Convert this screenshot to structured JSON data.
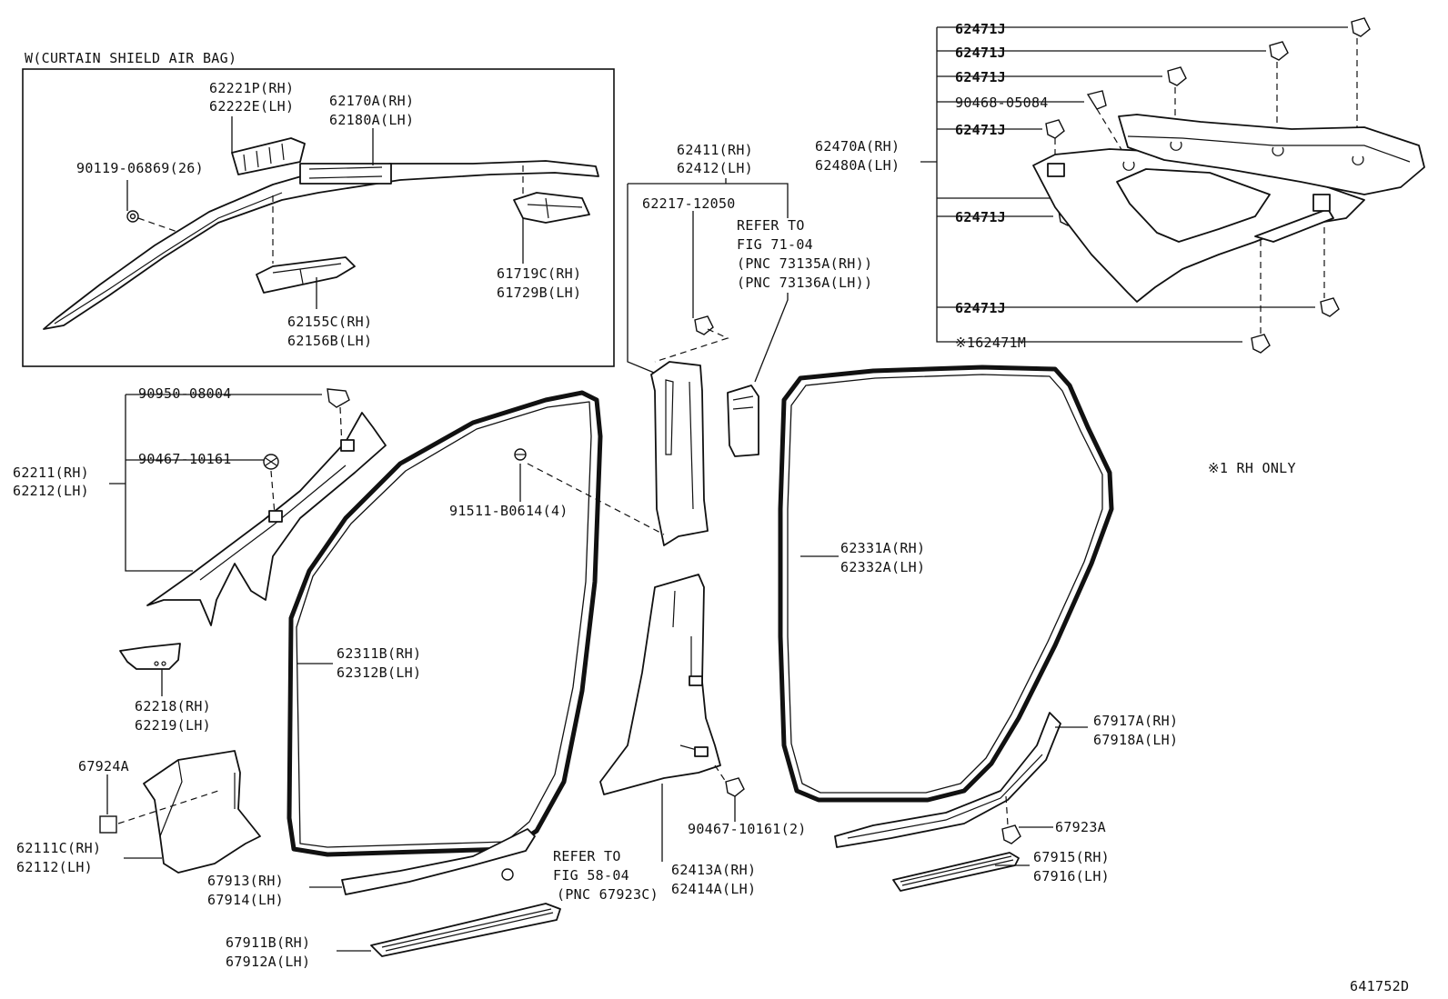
{
  "labels": {
    "airbag_header": "W(CURTAIN SHIELD AIR BAG)",
    "p62221": [
      "62221P(RH)",
      "62222E(LH)"
    ],
    "p62170": [
      "62170A(RH)",
      "62180A(LH)"
    ],
    "p90119": "90119-06869(26)",
    "p61719": [
      "61719C(RH)",
      "61729B(LH)"
    ],
    "p62155": [
      "62155C(RH)",
      "62156B(LH)"
    ],
    "p62411": [
      "62411(RH)",
      "62412(LH)"
    ],
    "p62217": "62217-12050",
    "refer71": [
      "REFER TO",
      "FIG 71-04",
      "(PNC 73135A(RH))",
      "(PNC 73136A(LH))"
    ],
    "p90950": "90950-08004",
    "p90467a": "90467-10161",
    "p62211": [
      "62211(RH)",
      "62212(LH)"
    ],
    "p91511": "91511-B0614(4)",
    "p62218": [
      "62218(RH)",
      "62219(LH)"
    ],
    "p62311": [
      "62311B(RH)",
      "62312B(LH)"
    ],
    "p62331": [
      "62331A(RH)",
      "62332A(LH)"
    ],
    "p67924": "67924A",
    "p62111": [
      "62111C(RH)",
      "62112(LH)"
    ],
    "p67913": [
      "67913(RH)",
      "67914(LH)"
    ],
    "refer58": [
      "REFER TO",
      "FIG 58-04",
      "(PNC 67923C)"
    ],
    "p90467b": "90467-10161(2)",
    "p62413": [
      "62413A(RH)",
      "62414A(LH)"
    ],
    "p67917": [
      "67917A(RH)",
      "67918A(LH)"
    ],
    "p67923": "67923A",
    "p67915": [
      "67915(RH)",
      "67916(LH)"
    ],
    "p67911": [
      "67911B(RH)",
      "67912A(LH)"
    ],
    "p62471": [
      "62471J",
      "62471J",
      "62471J",
      "62471J",
      "62471J",
      "62471J"
    ],
    "p90468": "90468-05084",
    "p62470": [
      "62470A(RH)",
      "62480A(LH)"
    ],
    "p62471m": "※162471M",
    "rh_only": "※1 RH ONLY",
    "fig_code": "641752D"
  }
}
